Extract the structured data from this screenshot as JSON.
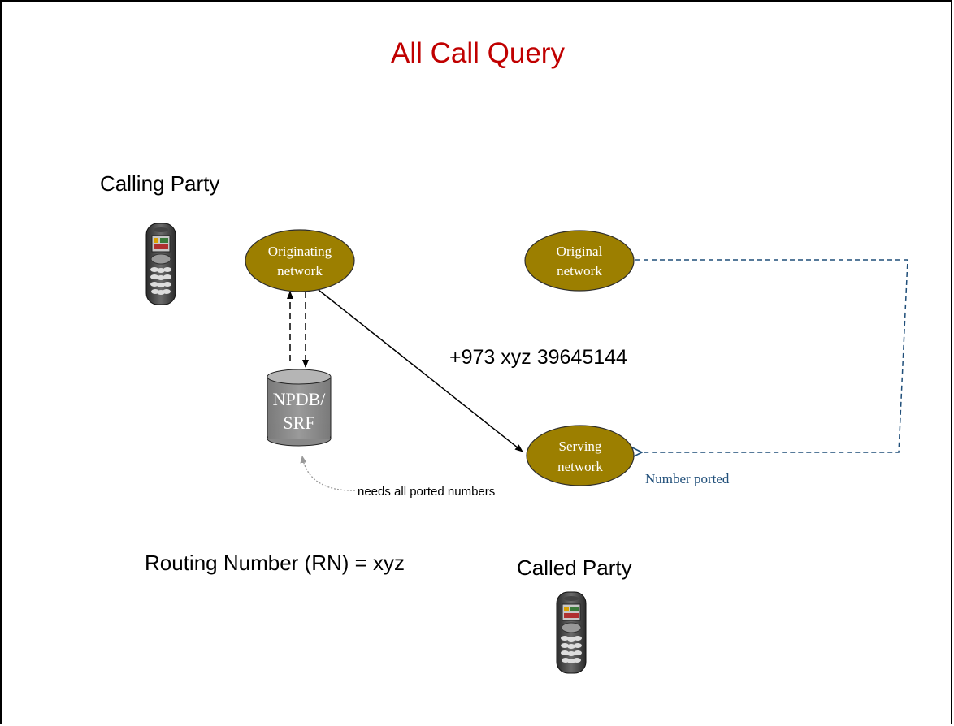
{
  "title": "All Call Query",
  "calling_party": "Calling Party",
  "called_party": "Called Party",
  "nodes": {
    "originating": [
      "Originating",
      "network"
    ],
    "original": [
      "Original",
      "network"
    ],
    "serving": [
      "Serving",
      "network"
    ]
  },
  "database": [
    "NPDB/",
    "SRF"
  ],
  "phone_number": "+973 xyz 39645144",
  "needs_note": "needs all ported numbers",
  "number_ported": "Number ported",
  "routing_number": "Routing Number (RN) = xyz",
  "colors": {
    "title": "#c00000",
    "node_fill": "#9c7f00",
    "database_fill": "#8c8c8c",
    "ported_arrow": "#1f4e79"
  }
}
